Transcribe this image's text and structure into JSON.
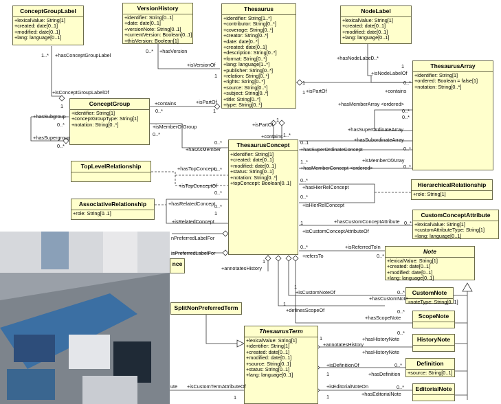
{
  "classes": {
    "concept_group_label": {
      "name": "ConceptGroupLabel",
      "attrs": [
        "+lexicalValue: String[1]",
        "+created: date[0..1]",
        "+modified: date[0..1]",
        "+lang: language[0..1]"
      ]
    },
    "version_history": {
      "name": "VersionHistory",
      "attrs": [
        "+identifier: String[0..1]",
        "+date: date[0..1]",
        "+versionNote: String[0..1]",
        "+currentVersion: Boolean[0..1]",
        "+thisVersion: Boolean[1]"
      ]
    },
    "thesaurus": {
      "name": "Thesaurus",
      "attrs": [
        "+identifier: String[1..*]",
        "+contributor: String[0..*]",
        "+coverage: String[0..*]",
        "+creator: String[0..*]",
        "+date: date[0..*]",
        "+created: date[0..1]",
        "+description: String[0..*]",
        "+format: String[0..*]",
        "+lang: language[1..*]",
        "+publisher: String[0..*]",
        "+relation: String[0..*]",
        "+rights: String[0..*]",
        "+source: String[0..*]",
        "+subject: String[0..*]",
        "+title: String[0..*]",
        "+type: String[0..*]"
      ]
    },
    "node_label": {
      "name": "NodeLabel",
      "attrs": [
        "+lexicalValue: String[1]",
        "+created: date[0..1]",
        "+modified: date[0..1]",
        "+lang: language[0..1]"
      ]
    },
    "thesaurus_array": {
      "name": "ThesaurusArray",
      "attrs": [
        "+identifier: String[1]",
        "+ordered: Boolean = false[1]",
        "+notation: String[0..*]"
      ]
    },
    "concept_group": {
      "name": "ConceptGroup",
      "attrs": [
        "+identifier: String[1]",
        "+conceptGroupType: String[1]",
        "+notation: String[0..*]"
      ]
    },
    "thesaurus_concept": {
      "name": "ThesaurusConcept",
      "attrs": [
        "+identifier: String[1]",
        "+created: date[0..1]",
        "+modified: date[0..1]",
        "+status: String[0..1]",
        "+notation: String[0..*]",
        "+topConcept: Boolean[0..1]"
      ]
    },
    "top_level_relationship": {
      "name": "TopLevelRelationship",
      "attrs": []
    },
    "associative_relationship": {
      "name": "AssociativeRelationship",
      "attrs": [
        "+role: String[0..1]"
      ]
    },
    "hierarchical_relationship": {
      "name": "HierarchicalRelationship",
      "attrs": [
        "+role: String[1]"
      ]
    },
    "custom_concept_attribute": {
      "name": "CustomConceptAttribute",
      "attrs": [
        "+lexicalValue: String[1]",
        "+customAttributeType: String[1]",
        "+lang: language[0..1]"
      ]
    },
    "note": {
      "name": "Note",
      "attrs": [
        "+lexicalValue: String[1]",
        "+created: date[0..1]",
        "+modified: date[0..1]",
        "+lang: language[0..1]"
      ]
    },
    "custom_note": {
      "name": "CustomNote",
      "attrs": [
        "+noteType: String[0..1]"
      ]
    },
    "scope_note": {
      "name": "ScopeNote",
      "attrs": []
    },
    "history_note": {
      "name": "HistoryNote",
      "attrs": []
    },
    "definition": {
      "name": "Definition",
      "attrs": [
        "+source: String[0..1]"
      ]
    },
    "editorial_note": {
      "name": "EditorialNote",
      "attrs": []
    },
    "split_non_preferred_term": {
      "name": "SplitNonPreferredTerm",
      "attrs": []
    },
    "thesaurus_term": {
      "name": "ThesaurusTerm",
      "attrs": [
        "+lexicalValue: String[1]",
        "+identifier: String[1]",
        "+created: date[0..1]",
        "+modified: date[0..1]",
        "+source: String[0..1]",
        "+status: String[0..1]",
        "+lang: language[0..1]"
      ]
    },
    "partial_class": {
      "name": "nce",
      "attrs": []
    }
  },
  "labels": {
    "has_concept_group_label": "+hasConceptGroupLabel",
    "is_concept_group_label_of": "+isConceptGroupLabelOf",
    "has_version": "+hasVersion",
    "is_version_of": "+isVersionOf",
    "has_node_label": "+hasNodeLabel",
    "is_node_label_of": "+isNodeLabelOf",
    "contains_1": "+contains",
    "is_part_of_1": "+isPartOf",
    "contains_2": "+contains",
    "is_part_of_2": "+isPartOf",
    "has_subgroup": "+hasSubgroup",
    "has_supergroup": "+hasSupergroup",
    "is_member_of_group": "+isMemberOfGroup",
    "has_as_member": "+hasAsMember",
    "is_part_of_3": "+isPartOf",
    "contains_3": "+contains",
    "has_member_array": "+hasMemberArray <ordered>",
    "has_super_ordinate_array": "+hasSuperOrdinateArray",
    "has_subordinate_array": "+hasSubordinateArray",
    "is_member_of_array": "+isMemberOfArray",
    "has_super_ordinate_concept": "+hasSuperOrdinateConcept",
    "has_member_concept": "+hasMemberConcept <ordered>",
    "has_top_concept": "+hasTopConcept",
    "is_top_concept_of": "+isTopConceptOf",
    "has_hier_rel_concept": "+hasHierRelConcept",
    "is_hier_rel_concept": "+isHierRelConcept",
    "has_related_concept": "+hasRelatedConcept",
    "is_related_concept": "+isRelatedConcept",
    "non_preferred_label_for": "nPreferredLabelFor",
    "is_preferred_label_for": "isPreferredLabelFor",
    "has_custom_concept_attribute": "+hasCustomConceptAttribute",
    "is_custom_concept_attribute_of": "+isCustomConceptAttributeOf",
    "is_referred_to_in": "+isReferredToIn",
    "refers_to": "+refersTo",
    "annotates_history_1": "+annotatesHistory",
    "is_custom_note_of": "+isCustomNoteOf",
    "has_custom_note": "+hasCustomNote",
    "defines_scope_of": "+definesScopeOf",
    "has_scope_note_1": "+hasScopeNote",
    "has_history_note_1": "+hasHistoryNote",
    "annotates_history_2": "+annotatesHistory",
    "has_history_note_2": "+hasHistoryNote",
    "is_definition_of": "+isDefinitionOf",
    "has_definition": "+hasDefinition",
    "is_editorial_note_on": "+isEditorialNoteOn",
    "has_editorial_note": "+hasEditorialNote",
    "is_custom_term_attribute_of": "+isCustomTermAttributeOf",
    "ute": "ute"
  },
  "multiplicities": [
    "1..*",
    "1",
    "0..*",
    "1",
    "0..*",
    "1",
    "1",
    "1",
    "0..*",
    "0..*",
    "1",
    "0..*",
    "0..*",
    "0..*",
    "0..*",
    "0..*",
    "0..*",
    "1",
    "1..*",
    "0..1",
    "1..*",
    "0..*",
    "0..*",
    "0..*",
    "0..*",
    "0..*",
    "1",
    "0..*",
    "0..*",
    "0..*",
    "1",
    "0..*",
    "1",
    "0..*",
    "1",
    "0..*",
    "1",
    "0..*",
    "1",
    "0..*",
    "1",
    "0..*",
    "1",
    "0..*",
    "1",
    "0..*",
    "1",
    "0..1",
    "0..*",
    "1",
    "1"
  ]
}
